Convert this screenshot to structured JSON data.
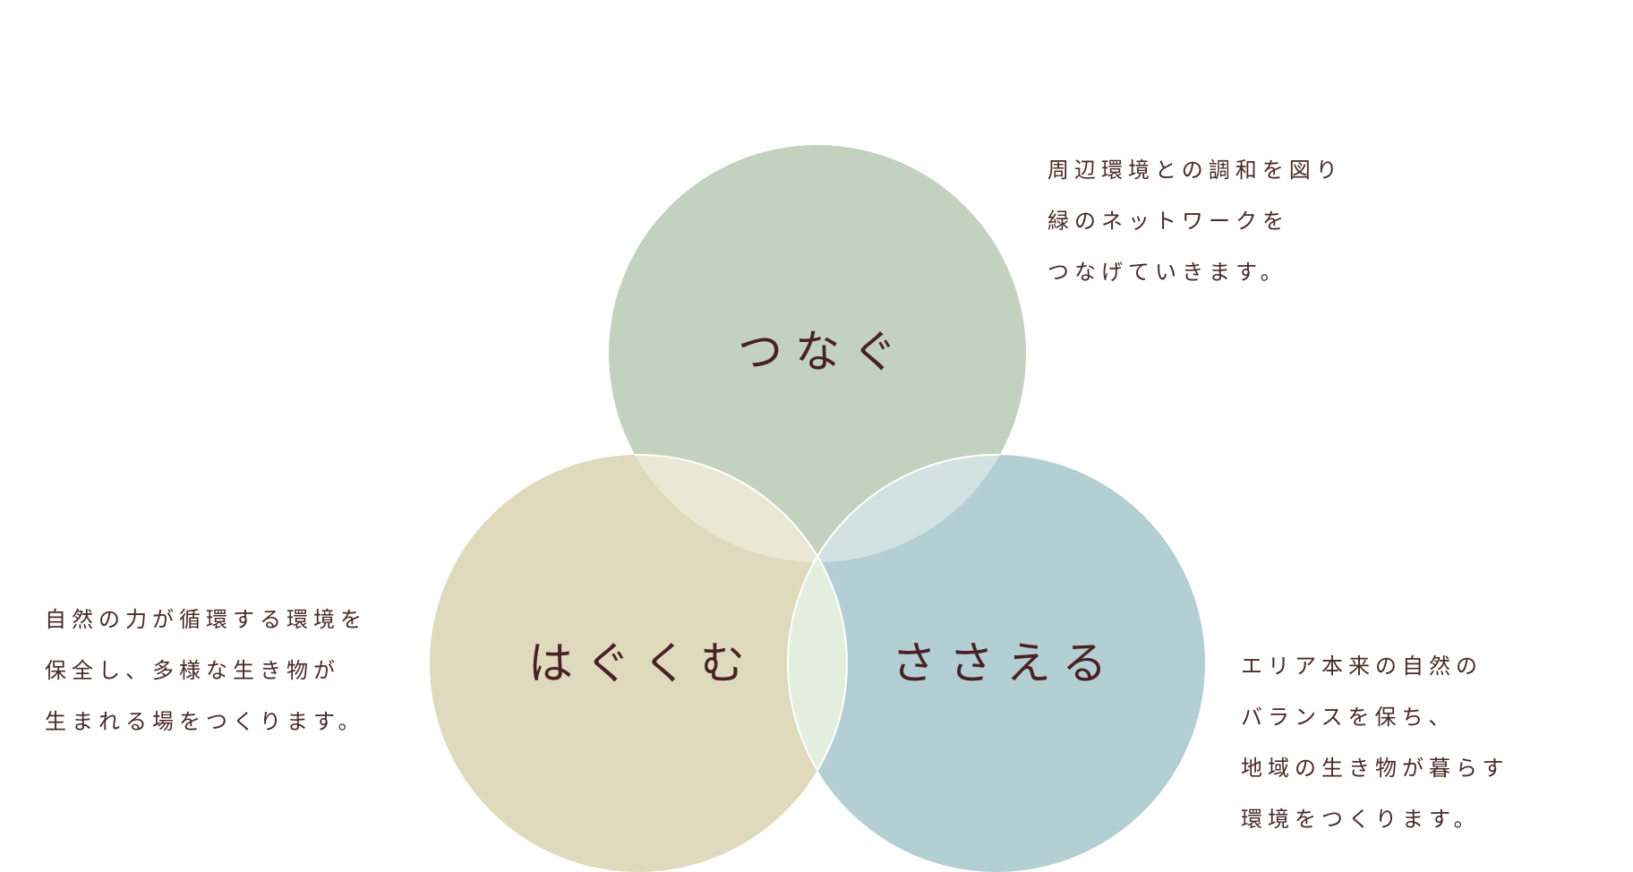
{
  "diagram": {
    "type": "venn-3",
    "colors": {
      "top": "#c3d2be",
      "left": "#dfd9bd",
      "right": "#b3cfd4",
      "lens_top_left": "#eae7d4",
      "lens_top_right": "#d2e2e3",
      "lens_left_right": "#e4eedf",
      "outline": "#ffffff",
      "text": "#4a2a2a"
    },
    "circles": [
      {
        "id": "top",
        "label": "つなぐ"
      },
      {
        "id": "left",
        "label": "はぐくむ"
      },
      {
        "id": "right",
        "label": "ささえる"
      }
    ]
  },
  "descriptions": {
    "top_right": {
      "lines": [
        "周辺環境との調和を図り",
        "緑のネットワークを",
        "つなげていきます。"
      ]
    },
    "left": {
      "lines": [
        "自然の力が循環する環境を",
        "保全し、多様な生き物が",
        "生まれる場をつくります。"
      ]
    },
    "right": {
      "lines": [
        "エリア本来の自然の",
        "バランスを保ち、",
        "地域の生き物が暮らす",
        "環境をつくります。"
      ]
    }
  }
}
